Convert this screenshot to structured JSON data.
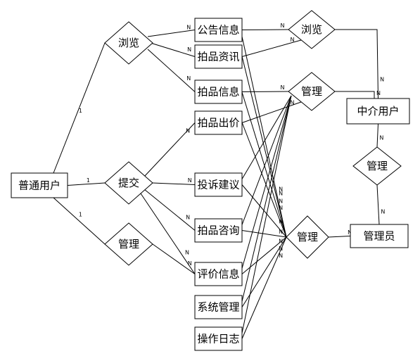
{
  "diagram": {
    "type": "er-diagram",
    "entities": {
      "user": "普通用户",
      "notice": "公告信息",
      "news": "拍品资讯",
      "item": "拍品信息",
      "bid": "拍品出价",
      "complaint": "投诉建议",
      "consult": "拍品咨询",
      "review": "评价信息",
      "system": "系统管理",
      "log": "操作日志",
      "agent": "中介用户",
      "admin": "管理员"
    },
    "relationships": {
      "browse_user": "浏览",
      "submit_user": "提交",
      "manage_user": "管理",
      "browse_agent": "浏览",
      "manage_agent": "管理",
      "manage_admin": "管理",
      "manage_mid": "管理"
    },
    "edges": [
      {
        "from": "user",
        "to": "browse_user",
        "card": "1"
      },
      {
        "from": "user",
        "to": "submit_user",
        "card": "1"
      },
      {
        "from": "user",
        "to": "manage_user",
        "card": "1"
      },
      {
        "from": "browse_user",
        "to": "notice",
        "card": "N"
      },
      {
        "from": "browse_user",
        "to": "news",
        "card": "N"
      },
      {
        "from": "browse_user",
        "to": "item",
        "card": "N"
      },
      {
        "from": "submit_user",
        "to": "bid",
        "card": "N"
      },
      {
        "from": "submit_user",
        "to": "complaint",
        "card": "N"
      },
      {
        "from": "submit_user",
        "to": "consult",
        "card": "N"
      },
      {
        "from": "submit_user",
        "to": "review",
        "card": "N"
      },
      {
        "from": "manage_user",
        "to": "review",
        "card": "N"
      },
      {
        "from": "notice",
        "to": "browse_agent",
        "card": "N"
      },
      {
        "from": "news",
        "to": "browse_agent",
        "card": "N"
      },
      {
        "from": "browse_agent",
        "to": "agent",
        "card": "N"
      },
      {
        "from": "item",
        "to": "manage_agent",
        "card": "N"
      },
      {
        "from": "bid",
        "to": "manage_agent",
        "card": "N"
      },
      {
        "from": "manage_agent",
        "to": "agent",
        "card": "N"
      },
      {
        "from": "agent",
        "to": "manage_mid",
        "card": "N"
      },
      {
        "from": "manage_mid",
        "to": "admin",
        "card": "N"
      },
      {
        "from": "notice",
        "to": "manage_admin",
        "card": "N"
      },
      {
        "from": "news",
        "to": "manage_admin",
        "card": "N"
      },
      {
        "from": "item",
        "to": "manage_admin",
        "card": "N"
      },
      {
        "from": "bid",
        "to": "manage_admin",
        "card": "N"
      },
      {
        "from": "complaint",
        "to": "manage_admin",
        "card": "N"
      },
      {
        "from": "consult",
        "to": "manage_admin",
        "card": "N"
      },
      {
        "from": "review",
        "to": "manage_admin",
        "card": "N"
      },
      {
        "from": "system",
        "to": "manage_admin",
        "card": "N"
      },
      {
        "from": "log",
        "to": "manage_admin",
        "card": "N"
      },
      {
        "from": "manage_admin",
        "to": "admin",
        "card": "N"
      }
    ]
  }
}
